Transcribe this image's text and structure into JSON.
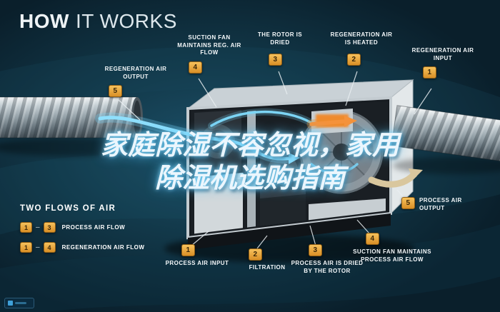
{
  "title": {
    "bold": "HOW",
    "light": "IT WORKS"
  },
  "overlay_title": {
    "line1": "家庭除湿不容忽视，家用",
    "line2": "除湿机选购指南"
  },
  "diagram": {
    "top_callouts": [
      {
        "num": "5",
        "label": "REGENERATION AIR OUTPUT"
      },
      {
        "num": "4",
        "label": "SUCTION FAN MAINTAINS REG. AIR FLOW"
      },
      {
        "num": "3",
        "label": "THE ROTOR IS DRIED"
      },
      {
        "num": "2",
        "label": "REGENERATION AIR IS HEATED"
      },
      {
        "num": "1",
        "label": "REGENERATION AIR INPUT"
      }
    ],
    "bottom_callouts": [
      {
        "num": "1",
        "label": "PROCESS AIR INPUT"
      },
      {
        "num": "2",
        "label": "FILTRATION"
      },
      {
        "num": "3",
        "label": "PROCESS AIR IS DRIED BY THE ROTOR"
      },
      {
        "num": "4",
        "label": "SUCTION FAN MAINTAINS PROCESS AIR FLOW"
      },
      {
        "num": "5",
        "label": "PROCESS AIR OUTPUT"
      }
    ]
  },
  "legend": {
    "heading": "TWO FLOWS OF AIR",
    "dash": "–",
    "rows": [
      {
        "start": "1",
        "end": "3",
        "label": "PROCESS AIR FLOW"
      },
      {
        "start": "1",
        "end": "4",
        "label": "REGENERATION AIR FLOW"
      }
    ]
  },
  "colors": {
    "background": "#0b2130",
    "badge": "#e3a23a",
    "airflow_cyan": "#8fdffc",
    "heater_orange": "#f5923a",
    "output_beige": "#d9c79e"
  }
}
